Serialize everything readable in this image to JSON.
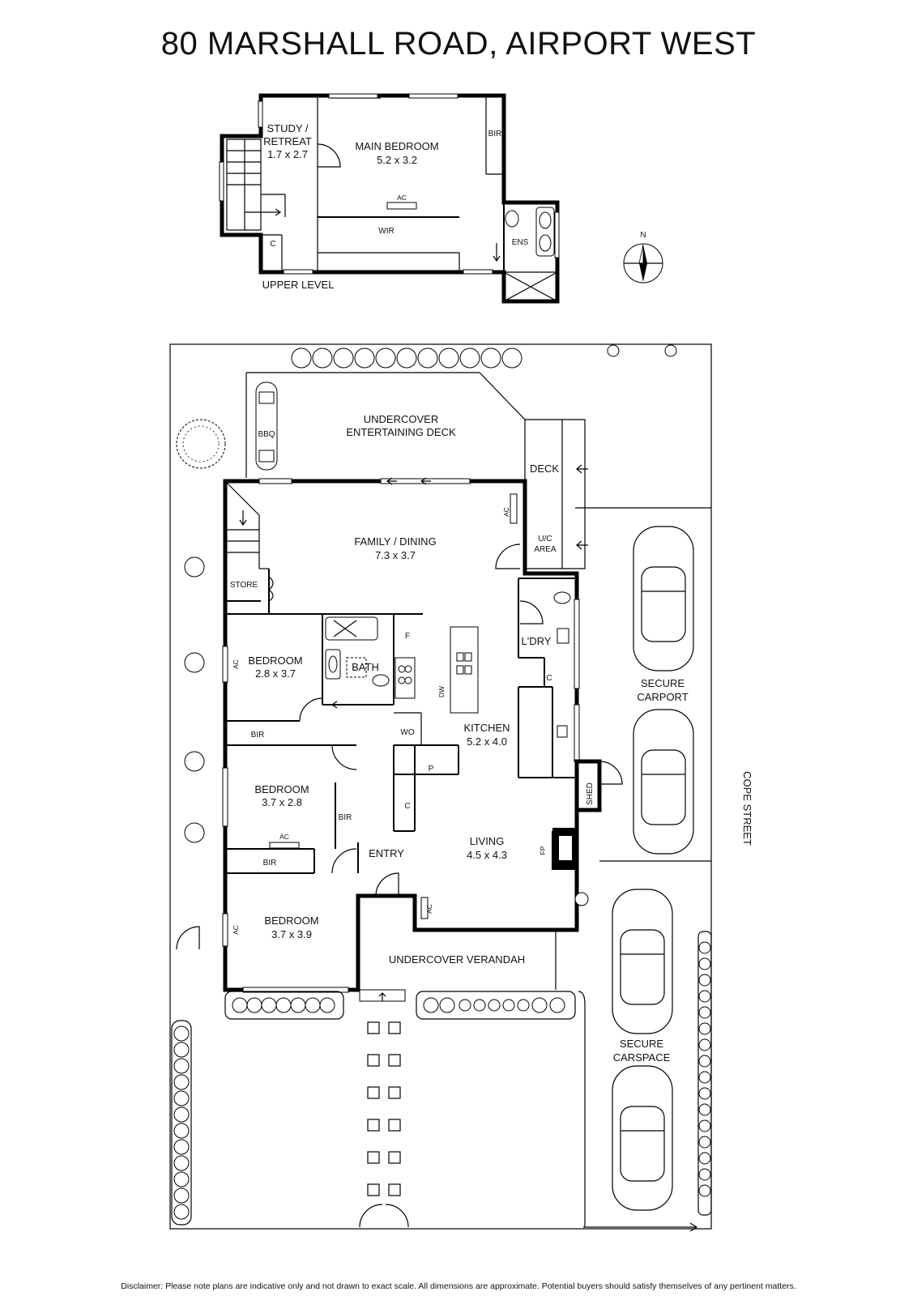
{
  "title": "80 MARSHALL ROAD, AIRPORT WEST",
  "disclaimer": "Disclaimer: Please note plans are indicative only and not drawn to exact scale. All dimensions are approximate. Potential buyers should satisfy themselves of any pertinent matters.",
  "upper_level": {
    "label": "UPPER LEVEL",
    "study": {
      "name_line1": "STUDY /",
      "name_line2": "RETREAT",
      "dims": "1.7 x 2.7"
    },
    "main_bedroom": {
      "name": "MAIN BEDROOM",
      "dims": "5.2 x 3.2"
    },
    "bir": "BIR",
    "ac": "AC",
    "wir": "WIR",
    "ens": "ENS",
    "c": "C"
  },
  "compass": {
    "north": "N"
  },
  "ground_level": {
    "deck_entertaining": {
      "line1": "UNDERCOVER",
      "line2": "ENTERTAINING DECK"
    },
    "bbq": "BBQ",
    "deck": "DECK",
    "uc_area": {
      "line1": "U/C",
      "line2": "AREA"
    },
    "family_dining": {
      "name": "FAMILY / DINING",
      "dims": "7.3 x 3.7"
    },
    "store": "STORE",
    "bedroom1": {
      "name": "BEDROOM",
      "dims": "2.8 x 3.7"
    },
    "bath": "BATH",
    "fridge": "F",
    "dishwasher": "DW",
    "laundry": "L'DRY",
    "laundry_c": "C",
    "kitchen": {
      "name": "KITCHEN",
      "dims": "5.2 x 4.0"
    },
    "wo": "WO",
    "pantry": "P",
    "bir1": "BIR",
    "bedroom2": {
      "name": "BEDROOM",
      "dims": "3.7 x 2.8"
    },
    "bir2": "BIR",
    "ac_bed2": "AC",
    "bir3": "BIR",
    "coat": "C",
    "entry": "ENTRY",
    "living": {
      "name": "LIVING",
      "dims": "4.5 x 4.3"
    },
    "fp": "FP",
    "shed": "SHED",
    "bedroom3": {
      "name": "BEDROOM",
      "dims": "3.7 x 3.9"
    },
    "ac_bed1": "AC",
    "ac_bed3": "AC",
    "ac_living": "AC",
    "ac_family": "AC",
    "verandah": "UNDERCOVER VERANDAH",
    "carport": {
      "line1": "SECURE",
      "line2": "CARPORT"
    },
    "carspace": {
      "line1": "SECURE",
      "line2": "CARSPACE"
    },
    "street": "COPE STREET"
  }
}
